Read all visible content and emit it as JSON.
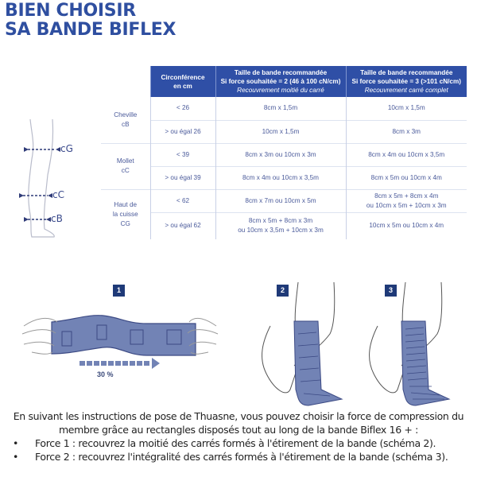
{
  "title": {
    "line1": "BIEN CHOISIR",
    "line2": "SA BANDE BIFLEX"
  },
  "diagram": {
    "measures": [
      {
        "label": "cG"
      },
      {
        "label": "cC"
      },
      {
        "label": "cB"
      }
    ]
  },
  "table": {
    "headers": {
      "circumference": [
        "Circonférence",
        "en cm"
      ],
      "force2": {
        "line1": "Taille de bande recommandée",
        "line2": "Si force souhaitée = 2 (46 à 100 cN/cm)",
        "line3": "Recouvrement moitié du carré"
      },
      "force3": {
        "line1": "Taille de bande recommandée",
        "line2": "Si force souhaitée = 3 (>101 cN/cm)",
        "line3": "Recouvrement carré complet"
      }
    },
    "groups": [
      {
        "name": [
          "Cheville",
          "cB"
        ],
        "rows": [
          {
            "circ": "< 26",
            "f2": [
              "8cm x 1,5m"
            ],
            "f3": [
              "10cm x 1,5m"
            ]
          },
          {
            "circ": "> ou égal 26",
            "f2": [
              "10cm x 1,5m"
            ],
            "f3": [
              "8cm x 3m"
            ]
          }
        ]
      },
      {
        "name": [
          "Mollet",
          "cC"
        ],
        "rows": [
          {
            "circ": "< 39",
            "f2": [
              "8cm x 3m ou 10cm x 3m"
            ],
            "f3": [
              "8cm x 4m ou 10cm x 3,5m"
            ]
          },
          {
            "circ": "> ou égal 39",
            "f2": [
              "8cm x 4m ou 10cm x 3,5m"
            ],
            "f3": [
              "8cm x 5m ou 10cm x 4m"
            ]
          }
        ]
      },
      {
        "name": [
          "Haut de",
          "la cuisse",
          "CG"
        ],
        "rows": [
          {
            "circ": "< 62",
            "f2": [
              "8cm x 7m ou 10cm x 5m"
            ],
            "f3": [
              "8cm x 5m + 8cm x 4m",
              "ou 10cm x 5m + 10cm x 3m"
            ]
          },
          {
            "circ": "> ou égal 62",
            "f2": [
              "8cm x 5m + 8cm x 3m",
              "ou 10cm x 3,5m + 10cm x 3m"
            ],
            "f3": [
              "10cm x 5m ou 10cm x 4m"
            ]
          }
        ]
      }
    ]
  },
  "steps": [
    {
      "number": "1",
      "caption": "30 %"
    },
    {
      "number": "2"
    },
    {
      "number": "3"
    }
  ],
  "description": {
    "intro": "En suivant les instructions de pose de Thuasne, vous pouvez choisir la force de compression du membre grâce au rectangles disposés tout au long de la bande Biflex 16 + :",
    "bullets": [
      "Force 1 : recouvrez la moitié des carrés formés à l'étirement de la bande (schéma 2).",
      "Force 2 : recouvrez l'intégralité des carrés formés à l'étirement de la bande (schéma 3)."
    ]
  },
  "colors": {
    "brand_blue": "#2f4fa6",
    "dark_navy": "#1f3a78",
    "band_blue": "#7283b5",
    "text_blue": "#4a5a9a"
  }
}
